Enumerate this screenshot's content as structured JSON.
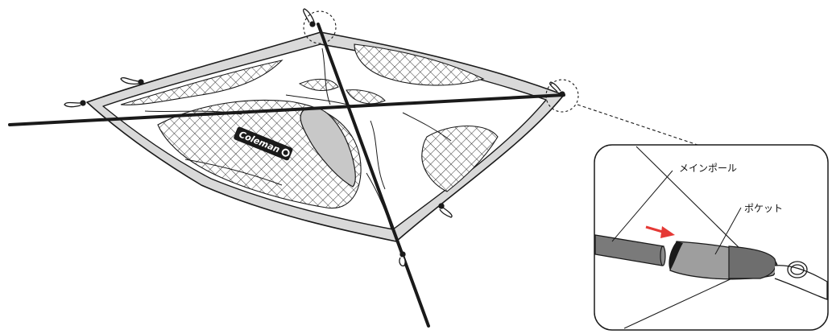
{
  "diagram": {
    "brand_logo": "Coleman",
    "callout": {
      "label_main_pole": "メインポール",
      "label_pocket": "ポケット"
    },
    "colors": {
      "line": "#1a1a1a",
      "frame": "#d9d9d9",
      "pocket_fill": "#9e9e9e",
      "pole_fill": "#7a7a7a",
      "arrow": "#e53935"
    },
    "icons": [
      "corner-ring-icon",
      "logo-badge-icon",
      "direction-arrow-icon",
      "stake-loop-icon"
    ]
  }
}
